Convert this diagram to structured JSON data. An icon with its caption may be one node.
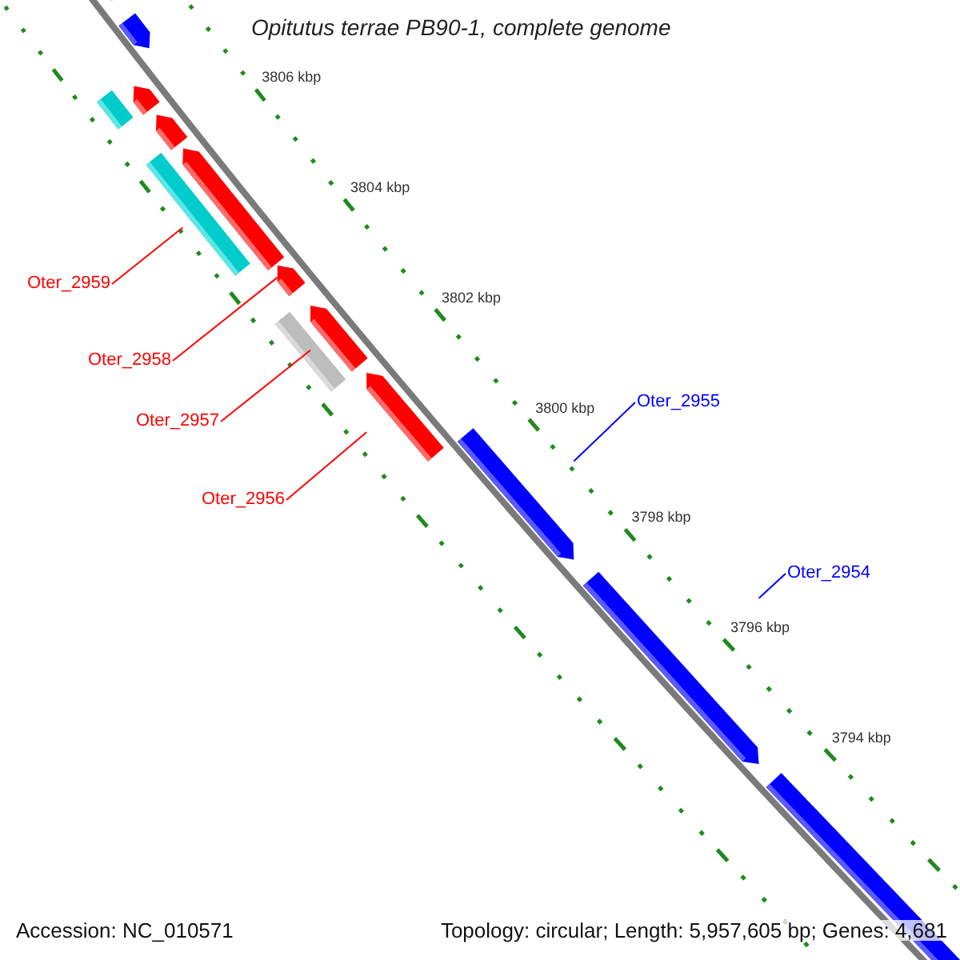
{
  "diagram": {
    "title": "Opitutus terrae PB90-1, complete genome",
    "nodes": [
      {
        "text": [
          "Oter_2959"
        ]
      },
      {
        "text": [],
        "shape": "arrow"
      },
      {
        "text": [
          "Oter_2958"
        ]
      },
      {
        "text": [],
        "shape": "arrow"
      },
      {
        "text": [
          "Oter_2955"
        ]
      },
      {
        "text": [],
        "shape": "arrow"
      },
      {
        "text": [
          "Oter_2957"
        ]
      },
      {
        "text": [],
        "shape": "arrow"
      },
      {
        "text": [
          "Oter_2956"
        ]
      },
      {
        "text": [],
        "shape": "arrow"
      },
      {
        "text": [
          "Oter_2954"
        ]
      },
      {
        "text": [],
        "shape": "arrow"
      },
      {
        "text": [],
        "shape": "arrow"
      },
      {
        "text": [],
        "shape": "arrow"
      },
      {
        "text": [],
        "shape": "arrow"
      },
      {
        "text": [],
        "shape": "bar"
      },
      {
        "text": [],
        "shape": "arrow"
      },
      {
        "text": [],
        "shape": "bar"
      },
      {
        "text": [],
        "shape": "bar"
      },
      {
        "text": [],
        "shape": "bar"
      }
    ],
    "edges": [
      {
        "from": 0,
        "to": 1,
        "arrow": "none"
      },
      {
        "from": 2,
        "to": 3,
        "arrow": "none"
      },
      {
        "from": 4,
        "to": 5,
        "arrow": "none",
        "color": "#0000ff"
      },
      {
        "from": 6,
        "to": 7,
        "arrow": "none"
      },
      {
        "from": 8,
        "to": 9,
        "arrow": "none"
      },
      {
        "from": 10,
        "to": 11,
        "arrow": "none",
        "color": "#0000ff"
      }
    ],
    "labels": [
      "3806 kbp",
      "3804 kbp",
      "3802 kbp",
      "3800 kbp",
      "3798 kbp",
      "3796 kbp",
      "3794 kbp",
      "Accession: NC_010571",
      "Topology: circular; Length: 5,957,605 bp; Genes: 4,681"
    ]
  }
}
